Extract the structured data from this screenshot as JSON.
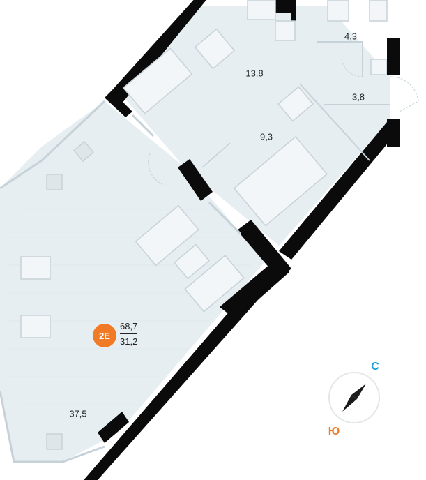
{
  "apartment": {
    "code": "2E",
    "total_area": "68,7",
    "living_area": "31,2"
  },
  "rooms": [
    {
      "id": "living",
      "area": "37,5"
    },
    {
      "id": "kitchen",
      "area": "13,8"
    },
    {
      "id": "bedroom",
      "area": "9,3"
    },
    {
      "id": "bathroom",
      "area": "4,3"
    },
    {
      "id": "wc",
      "area": "3,8"
    }
  ],
  "compass": {
    "north_label": "С",
    "south_label": "Ю"
  },
  "colors": {
    "floor": "#e6eef2",
    "wall": "#0b0b0b",
    "badge": "#f07a26",
    "north": "#1aa0d8",
    "south": "#f07a26",
    "furniture_stroke": "#c7d2d8"
  }
}
